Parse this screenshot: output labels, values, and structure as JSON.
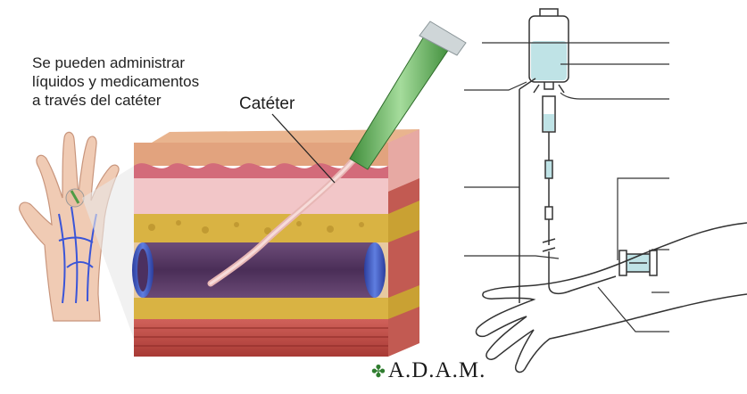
{
  "caption": {
    "line1": "Se pueden administrar",
    "line2": "líquidos y medicamentos",
    "line3": "a través del catéter"
  },
  "catheter_label": "Catéter",
  "logo_text": "A.D.A.M.",
  "colors": {
    "skin_top": "#e9b48e",
    "dermis": "#f2c6c8",
    "fat": "#d9b343",
    "muscle": "#c94c45",
    "vein": "#5a3a66",
    "vein_wall": "#3346a8",
    "catheter_hub": "#7fc07a",
    "iv_fluid": "#bfe3e6"
  }
}
